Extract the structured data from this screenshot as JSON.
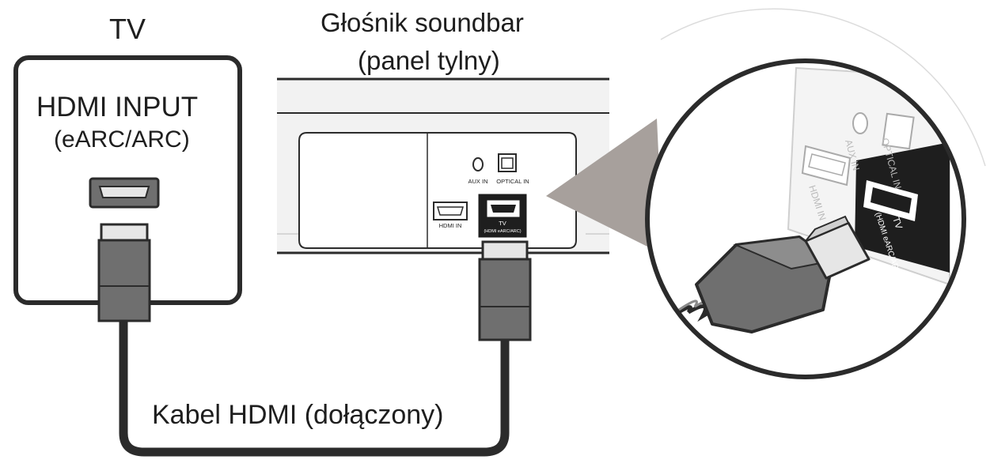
{
  "tv": {
    "title": "TV",
    "port_label": "HDMI INPUT",
    "port_sublabel": "(eARC/ARC)"
  },
  "soundbar": {
    "title_line1": "Głośnik soundbar",
    "title_line2": "(panel tylny)",
    "ports": {
      "aux_in": "AUX IN",
      "optical_in": "OPTICAL IN",
      "hdmi_in": "HDMI IN",
      "tv_line1": "TV",
      "tv_line2": "(HDMI eARC/ARC)"
    }
  },
  "zoom": {
    "aux_in": "AUX IN",
    "optical_in": "OPTICAL IN",
    "hdmi_in": "HDMI IN",
    "tv_line1": "TV",
    "tv_line2": "(HDMI eARC/ARC)"
  },
  "cable": {
    "label": "Kabel HDMI (dołączony)"
  },
  "colors": {
    "outline": "#2b2b2b",
    "plug_fill": "#6f6f6f",
    "plug_tip": "#e6e6e6",
    "panel_fill": "#f4f4f4",
    "highlight_port_bg": "#1e1e1e",
    "callout": "#a7a09c"
  }
}
